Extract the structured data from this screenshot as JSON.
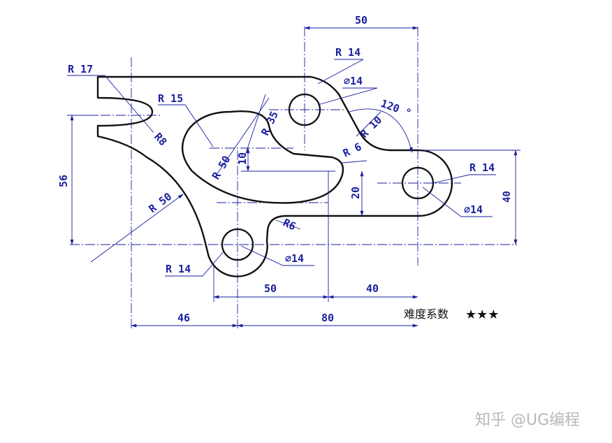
{
  "dimensions": {
    "top_width": "50",
    "r17": "R 17",
    "r14_top": "R 14",
    "dia14_top": "∅14",
    "angle120": "120 °",
    "r15": "R 15",
    "r35": "R 35",
    "r8": "R8",
    "r10": "R 10",
    "r6_top": "R 6",
    "height56": "56",
    "ten": "10",
    "r50_inner": "R 50",
    "r14_right": "R 14",
    "height40": "40",
    "twenty": "20",
    "dia14_right": "∅14",
    "r50_outer": "R 50",
    "r6_bottom": "R6",
    "r14_bottom": "R 14",
    "dia14_bottom": "∅14",
    "width50": "50",
    "width40": "40",
    "width46": "46",
    "width80": "80"
  },
  "rating": {
    "label": "难度系数",
    "stars": "★★★"
  },
  "watermark": "知乎 @UG编程"
}
